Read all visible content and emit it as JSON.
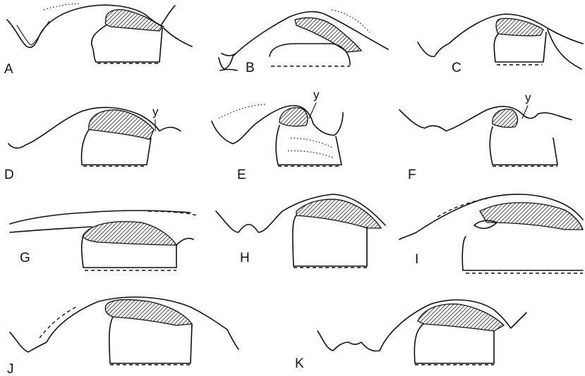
{
  "figure": {
    "panels": [
      {
        "id": "A",
        "label": "A"
      },
      {
        "id": "B",
        "label": "B"
      },
      {
        "id": "C",
        "label": "C"
      },
      {
        "id": "D",
        "label": "D",
        "marker": "y"
      },
      {
        "id": "E",
        "label": "E",
        "marker": "y"
      },
      {
        "id": "F",
        "label": "F",
        "marker": "y"
      },
      {
        "id": "G",
        "label": "G"
      },
      {
        "id": "H",
        "label": "H"
      },
      {
        "id": "I",
        "label": "I"
      },
      {
        "id": "J",
        "label": "J"
      },
      {
        "id": "K",
        "label": "K"
      }
    ]
  }
}
